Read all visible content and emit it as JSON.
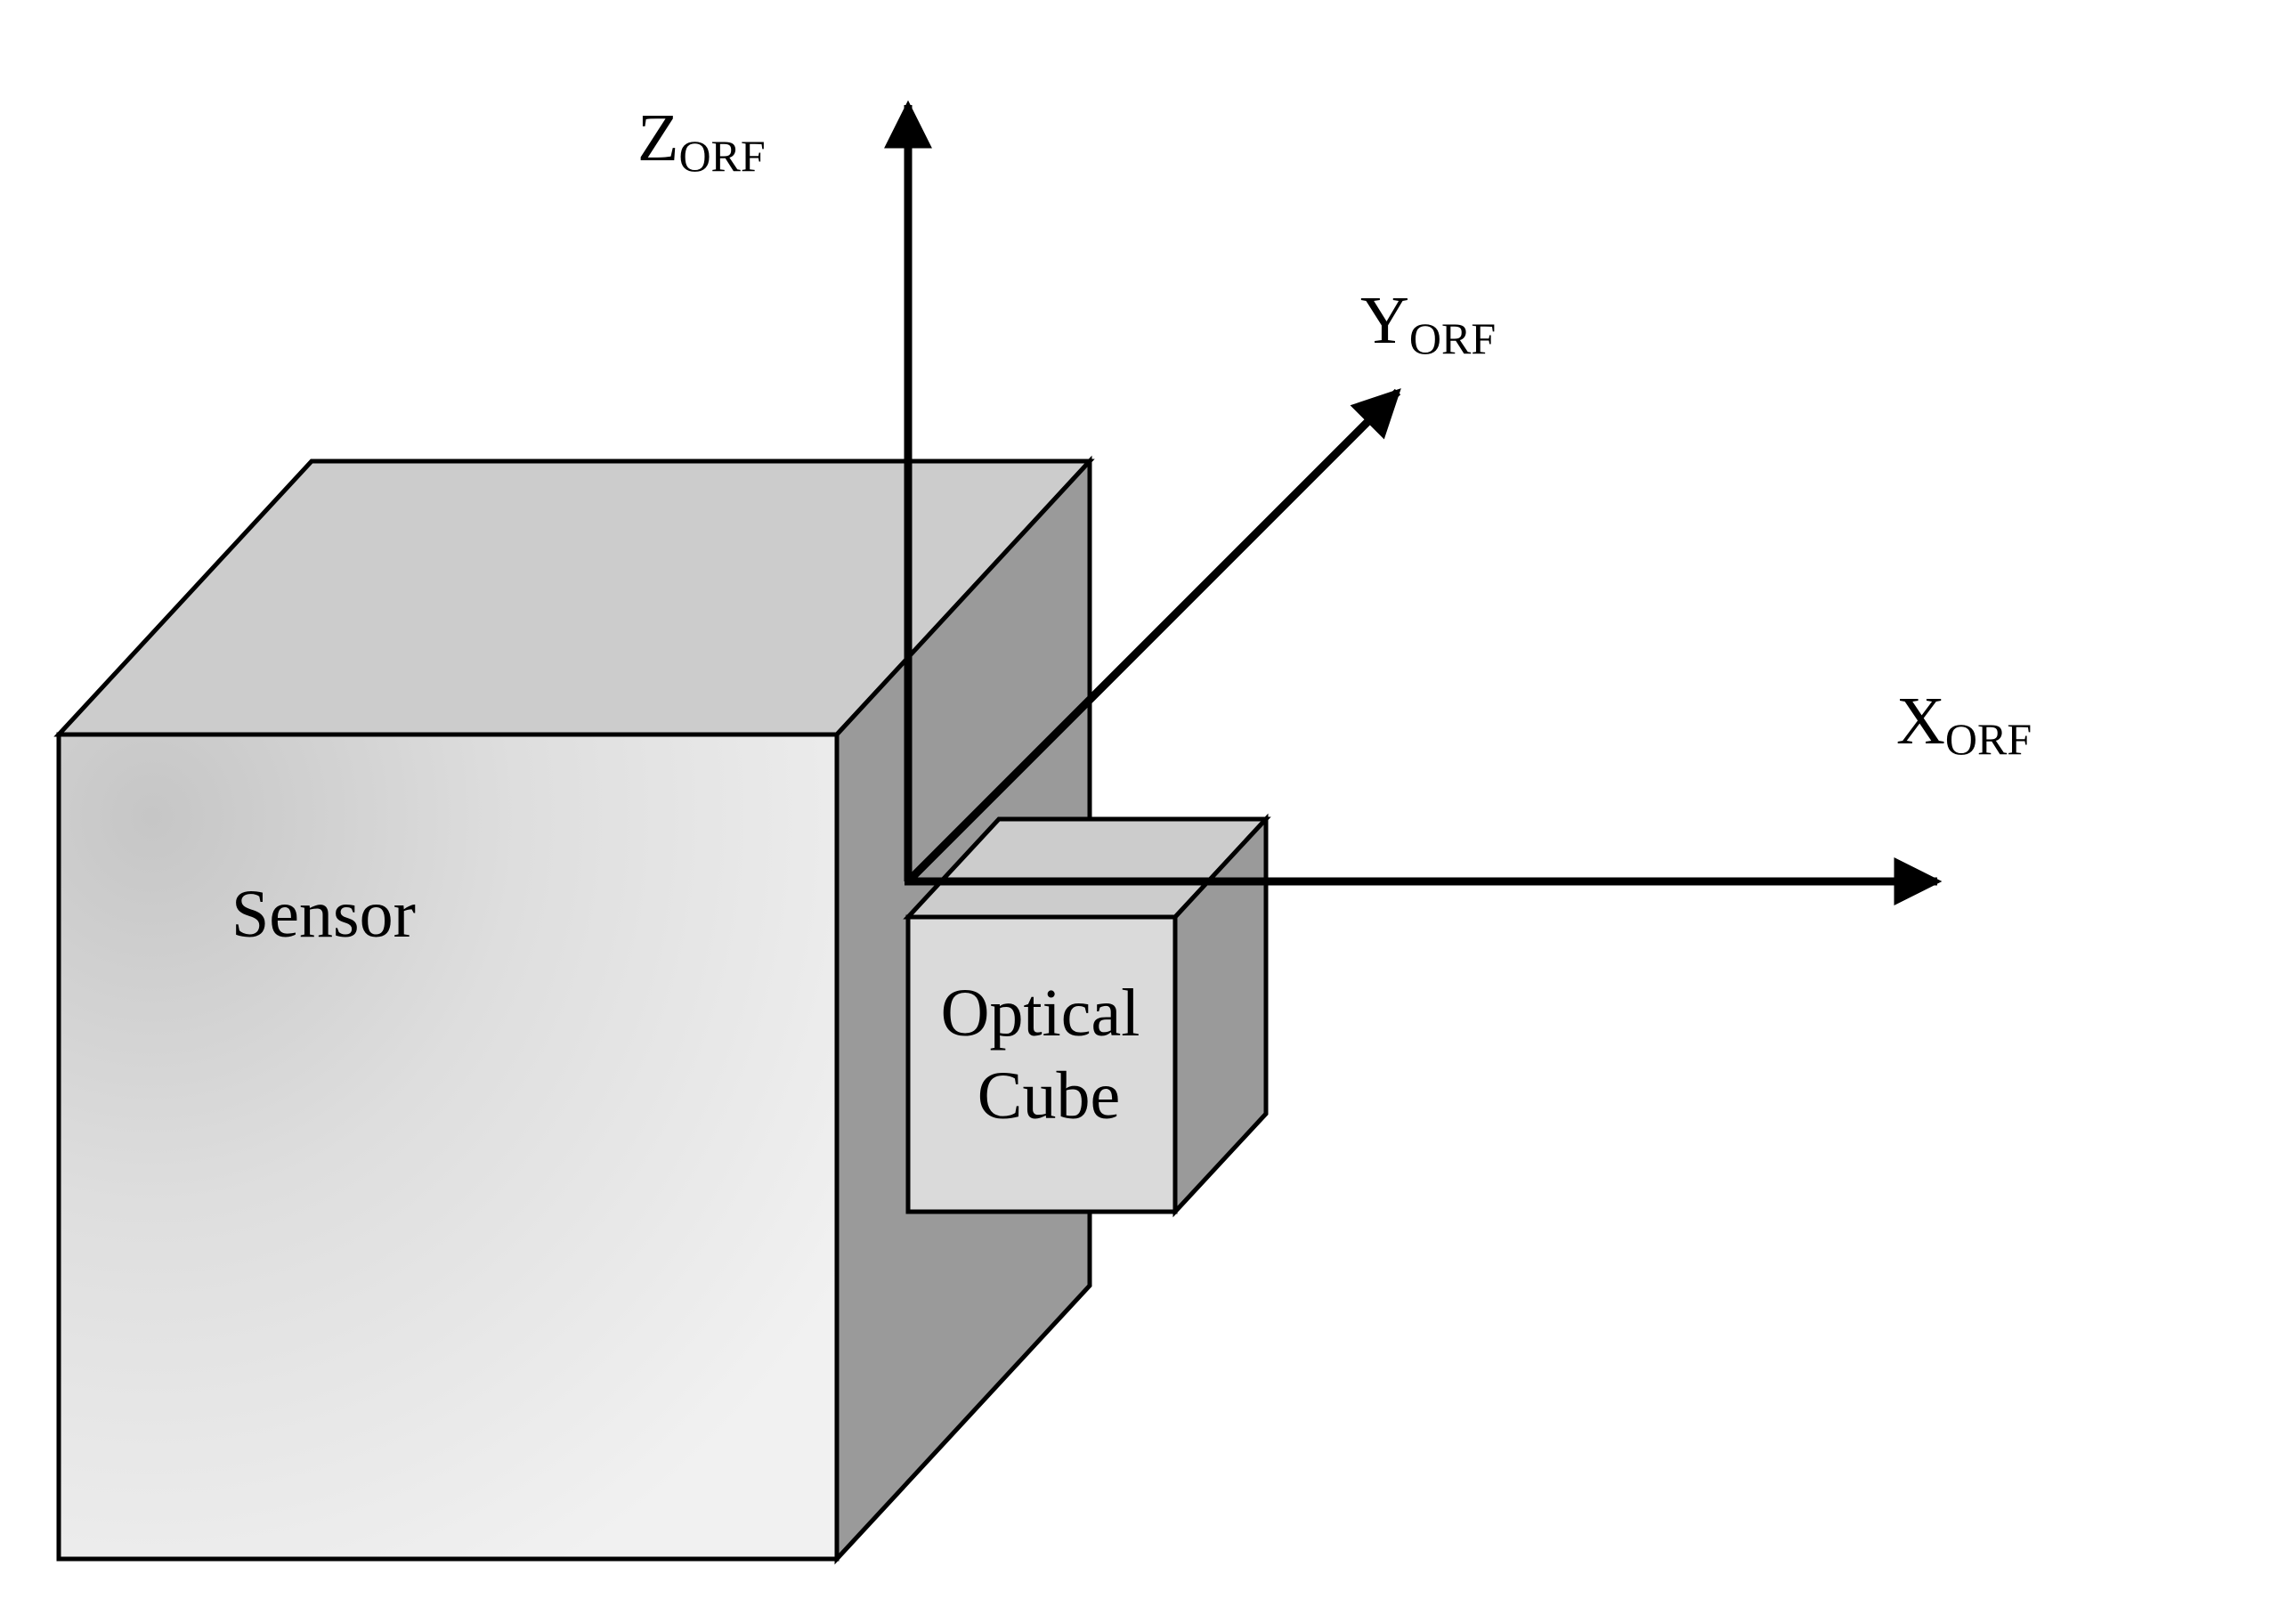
{
  "diagram": {
    "sensor": {
      "label": "Sensor"
    },
    "optical_cube": {
      "label_line1": "Optical",
      "label_line2": "Cube"
    },
    "axes": {
      "x": {
        "main": "X",
        "subscript": "ORF"
      },
      "y": {
        "main": "Y",
        "subscript": "ORF"
      },
      "z": {
        "main": "Z",
        "subscript": "ORF"
      }
    }
  },
  "colors": {
    "background": "#ffffff",
    "stroke": "#000000",
    "face_top": "#cccccc",
    "face_side": "#9a9a9a",
    "face_front_light": "#f0f0f0",
    "face_front_dark": "#c8c8c8"
  }
}
